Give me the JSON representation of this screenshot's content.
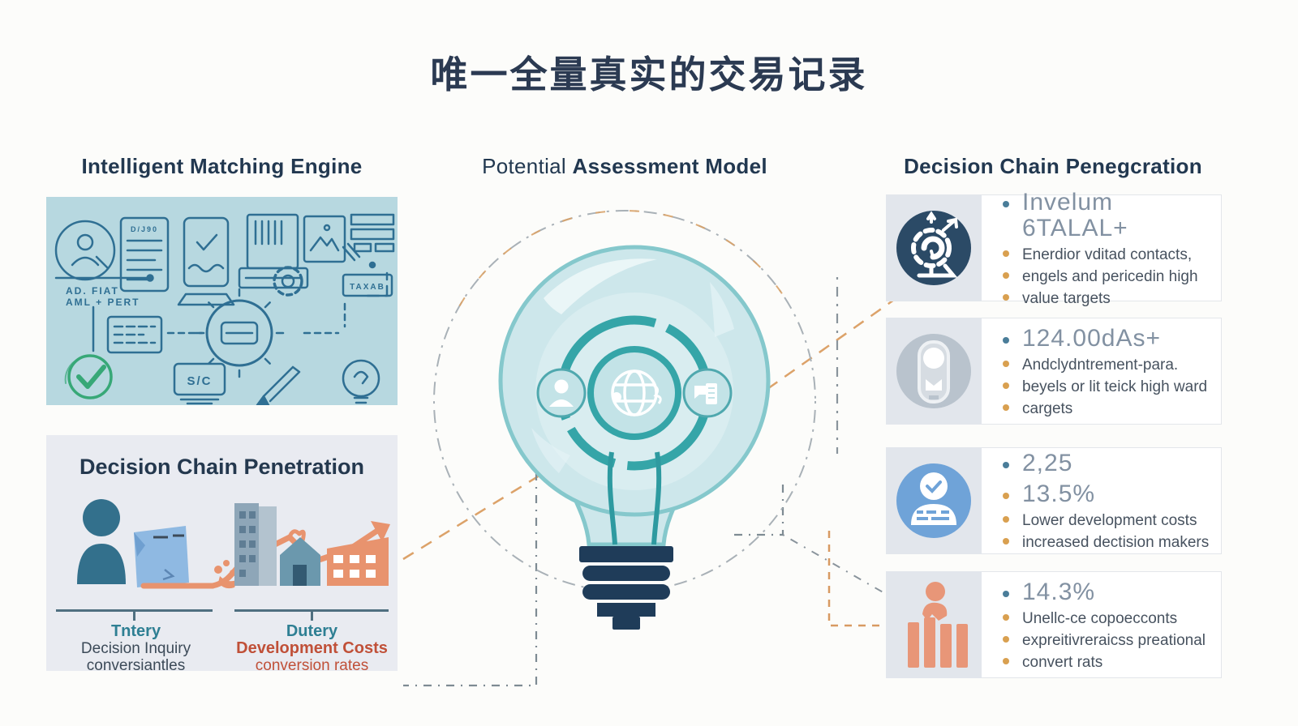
{
  "page": {
    "title": "唯一全量真实的交易记录"
  },
  "headers": {
    "left": "Intelligent Matching Engine",
    "center_regular": "Potential ",
    "center_bold": "Assessment Model",
    "right": "Decision Chain Penegcration"
  },
  "engine_panel": {
    "tag_line1": "AD. FIAT",
    "tag_line2": "AML + PERT",
    "doc_label": "D/J90",
    "box_label": "TAXAB",
    "monitor_label": "S/C"
  },
  "penetration_panel": {
    "title": "Decision Chain Penetration",
    "groups": [
      {
        "label": "Tntery",
        "line1": "Decision Inquiry",
        "line2": "conversiantles"
      },
      {
        "label": "Dutery",
        "line1": "Development Costs",
        "line2": "conversion rates"
      }
    ]
  },
  "stat_cards": [
    {
      "icon": "gear-clock-icon",
      "bullets": [
        "Invelum 6TALAL+",
        "Enerdior vditad contacts,",
        "engels and pericedin high",
        "value targets"
      ]
    },
    {
      "icon": "lock-stamp-icon",
      "bullets": [
        "124.00dAs+",
        "Andclydntrement-para.",
        "beyels or lit teick high ward",
        "cargets"
      ]
    },
    {
      "icon": "person-keyboard-icon",
      "bullets": [
        "2,25",
        "13.5%",
        "Lower development costs",
        "increased dectision makers"
      ]
    },
    {
      "icon": "person-barchart-icon",
      "bullets": [
        "14.3%",
        "Unellc-ce copoecconts",
        "expreitivreraicss preational",
        "convert rats"
      ]
    }
  ],
  "colors": {
    "title_navy": "#2b3a52",
    "header_navy": "#223850",
    "engine_panel_bg": "#b7d8e0",
    "lineart_stroke": "#2f6f93",
    "check_green": "#37a877",
    "pen_panel_bg": "#e9ebf1",
    "teal_label": "#2e7f93",
    "orange_accent": "#e8936e",
    "red_label": "#c05038",
    "bulb_teal": "#35a5a8",
    "bulb_glass": "#cde7eb",
    "base_navy": "#1f3c59",
    "bullet_blue": "#4a7d99",
    "bullet_orange": "#d9a050",
    "stat_text": "#8291a2",
    "body_text": "#47525f",
    "card_icon_bg": "#e2e6ec"
  }
}
